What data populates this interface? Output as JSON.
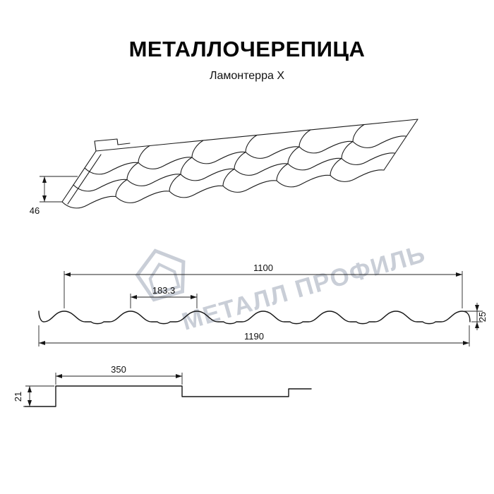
{
  "header": {
    "title": "МЕТАЛЛОЧЕРЕПИЦА",
    "subtitle": "Ламонтерра X"
  },
  "watermark": {
    "text": "МЕТАЛЛ ПРОФИЛЬ"
  },
  "perspective": {
    "overhang": "46"
  },
  "cross_section": {
    "cover_width": "1100",
    "wave_pitch": "183.3",
    "profile_height": "25",
    "full_width": "1190"
  },
  "step_profile": {
    "module_length": "350",
    "step_height": "21"
  },
  "colors": {
    "line": "#161616",
    "watermark": "#c9ced7",
    "background": "#ffffff"
  }
}
